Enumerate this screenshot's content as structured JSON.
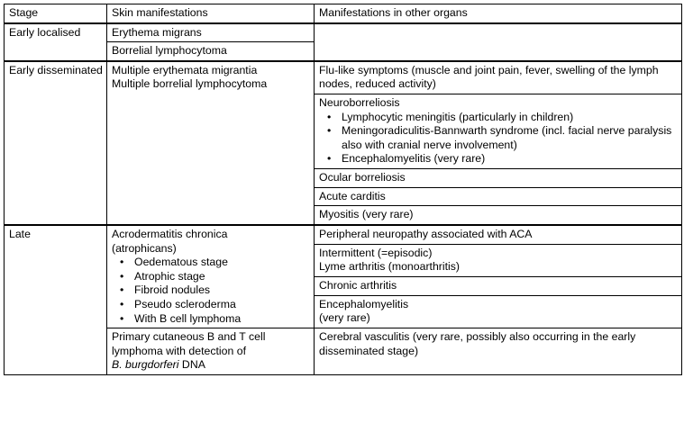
{
  "table": {
    "caption_present": false,
    "columns": [
      {
        "key": "stage",
        "label": "Stage"
      },
      {
        "key": "skin",
        "label": "Skin manifestations"
      },
      {
        "key": "organs",
        "label": "Manifestations in other organs"
      }
    ],
    "stages": [
      {
        "name": "Early localised",
        "skin_cells": [
          {
            "lines": [
              "Erythema migrans"
            ],
            "bullets": []
          },
          {
            "lines": [
              "Borrelial lymphocytoma"
            ],
            "bullets": []
          }
        ],
        "organ_cells": [
          {
            "lines": [],
            "bullets": []
          }
        ]
      },
      {
        "name": "Early disseminated",
        "skin_cells": [
          {
            "lines": [
              "Multiple erythemata migrantia",
              "Multiple borrelial lymphocytoma"
            ],
            "bullets": []
          }
        ],
        "organ_cells": [
          {
            "lines": [
              "Flu-like symptoms (muscle and joint pain, fever, swelling of the lymph nodes, reduced activity)"
            ],
            "bullets": []
          },
          {
            "lines": [
              "Neuroborreliosis"
            ],
            "bullets": [
              "Lymphocytic meningitis (particularly in children)",
              "Meningoradiculitis-Bannwarth syndrome (incl. facial nerve paralysis also with cranial nerve involvement)",
              "Encephalomyelitis (very rare)"
            ]
          },
          {
            "lines": [
              "Ocular borreliosis"
            ],
            "bullets": []
          },
          {
            "lines": [
              "Acute carditis"
            ],
            "bullets": []
          },
          {
            "lines": [
              "Myositis (very rare)"
            ],
            "bullets": []
          }
        ]
      },
      {
        "name": "Late",
        "skin_cells": [
          {
            "lines": [
              "Acrodermatitis chronica",
              "(atrophicans)"
            ],
            "bullets": [
              "Oedematous stage",
              "Atrophic stage",
              "Fibroid nodules",
              "Pseudo scleroderma",
              "With B cell lymphoma"
            ]
          },
          {
            "lines": [
              "Primary cutaneous B and T cell",
              "lymphoma with detection of"
            ],
            "italic_line": {
              "italic": "B. burgdorferi",
              "plain": " DNA"
            },
            "bullets": []
          }
        ],
        "organ_cells": [
          {
            "lines": [
              "Peripheral neuropathy associated with ACA"
            ],
            "bullets": []
          },
          {
            "lines": [
              "Intermittent (=episodic)",
              "Lyme arthritis (monoarthritis)"
            ],
            "bullets": []
          },
          {
            "lines": [
              "Chronic arthritis"
            ],
            "bullets": []
          },
          {
            "lines": [
              "Encephalomyelitis",
              "(very rare)"
            ],
            "bullets": []
          },
          {
            "lines": [
              "Cerebral vasculitis (very rare, possibly also occurring in the early disseminated stage)"
            ],
            "bullets": []
          }
        ]
      }
    ]
  },
  "style": {
    "border_color": "#000000",
    "text_color": "#000000",
    "background": "#ffffff",
    "bullet_glyph": "•"
  }
}
